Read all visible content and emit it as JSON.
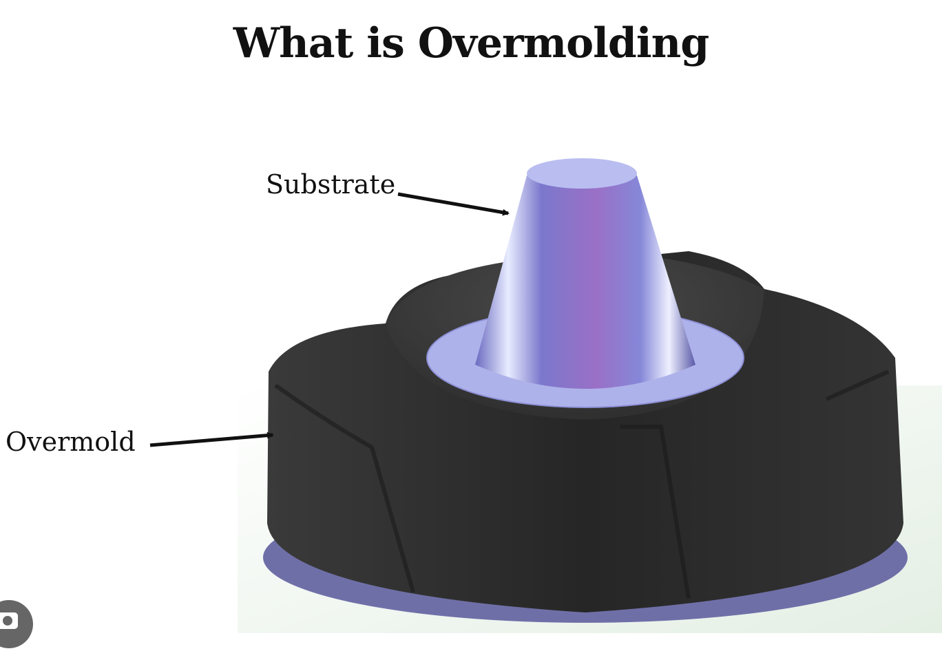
{
  "title": "What is Overmolding",
  "labels": {
    "substrate": "Substrate",
    "overmold": "Overmold"
  },
  "colors": {
    "overmold": "#2b2b2b",
    "substrate": "#8c8ad6",
    "text": "#111111"
  },
  "icons": {
    "lens": "camera-search-icon"
  }
}
